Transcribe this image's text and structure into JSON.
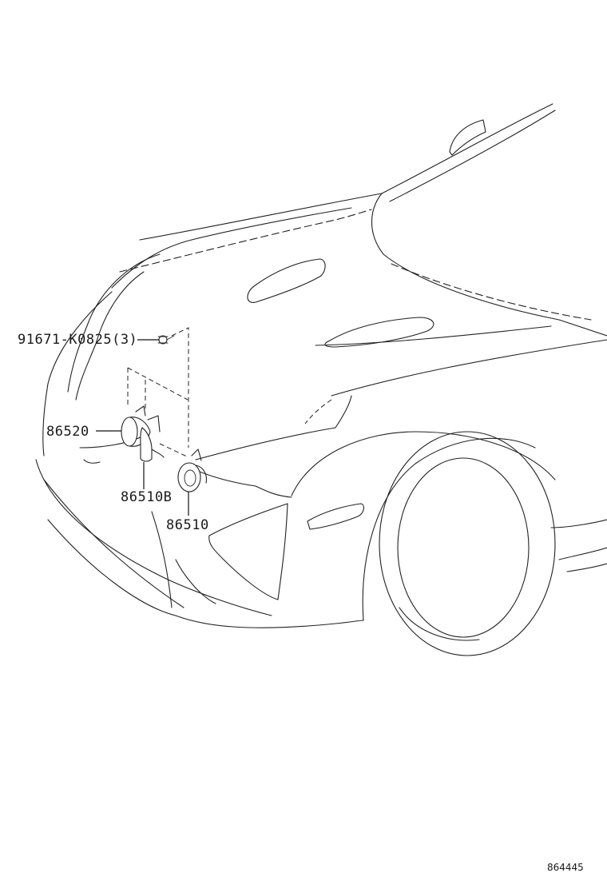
{
  "diagram": {
    "labels": {
      "bolt": "91671-K0825(3)",
      "horn_high": "86520",
      "horn_bracket": "86510B",
      "horn_low": "86510"
    },
    "reference_code": "864445"
  }
}
